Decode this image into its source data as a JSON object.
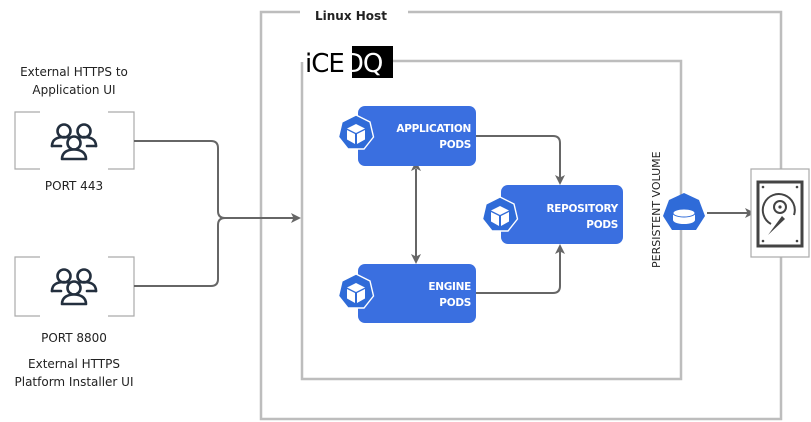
{
  "diagram": {
    "colors": {
      "pod_fill": "#3a6fe0",
      "pod_icon_fill": "#2f6bd8",
      "container_border": "#bdbdbd",
      "connector": "#666666",
      "user_icon": "#232f3e",
      "disk_icon": "#444444"
    },
    "linux_host": {
      "label": "Linux Host"
    },
    "icedq": {
      "label_plain": "iCE",
      "label_highlight": "DQ"
    },
    "users": [
      {
        "id": "app-ui",
        "caption": [
          "External HTTPS to",
          "Application UI"
        ],
        "port": "PORT 443",
        "icon": "users-group-icon"
      },
      {
        "id": "installer-ui",
        "caption": [
          "External HTTPS",
          "Platform Installer UI"
        ],
        "port": "PORT 8800",
        "icon": "users-group-icon"
      }
    ],
    "pods": [
      {
        "id": "application",
        "line1": "APPLICATION",
        "line2": "PODS",
        "icon": "kubernetes-pod-icon"
      },
      {
        "id": "repository",
        "line1": "REPOSITORY",
        "line2": "PODS",
        "icon": "kubernetes-pod-icon"
      },
      {
        "id": "engine",
        "line1": "ENGINE",
        "line2": "PODS",
        "icon": "kubernetes-pod-icon"
      }
    ],
    "persistent_volume": {
      "label": "PERSISTENT VOLUME",
      "icon": "persistent-volume-icon"
    },
    "storage": {
      "icon": "hard-disk-icon"
    },
    "connections": [
      {
        "from": "app-ui",
        "to": "icedq",
        "type": "arrow"
      },
      {
        "from": "installer-ui",
        "to": "icedq",
        "type": "arrow"
      },
      {
        "from": "application",
        "to": "engine",
        "type": "bidirectional"
      },
      {
        "from": "application",
        "to": "repository",
        "type": "arrow"
      },
      {
        "from": "engine",
        "to": "repository",
        "type": "arrow"
      },
      {
        "from": "persistent-volume",
        "to": "storage",
        "type": "arrow"
      }
    ]
  }
}
